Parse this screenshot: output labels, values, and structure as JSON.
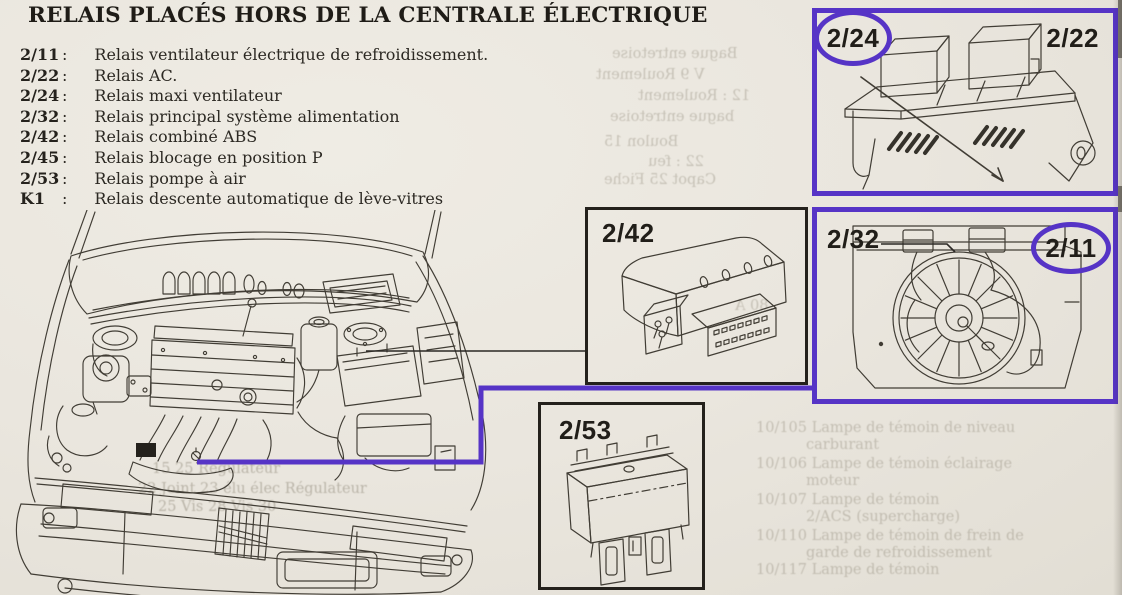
{
  "title": "RELAIS PLACÉS HORS DE LA CENTRALE ÉLECTRIQUE",
  "list": {
    "separator": ":"
  },
  "relays": [
    {
      "code": "2/11",
      "desc": "Relais ventilateur électrique de refroidissement."
    },
    {
      "code": "2/22",
      "desc": "Relais AC."
    },
    {
      "code": "2/24",
      "desc": "Relais maxi ventilateur"
    },
    {
      "code": "2/32",
      "desc": "Relais principal système alimentation"
    },
    {
      "code": "2/42",
      "desc": "Relais combiné ABS"
    },
    {
      "code": "2/45",
      "desc": "Relais blocage en position P"
    },
    {
      "code": "2/53",
      "desc": "Relais pompe à air"
    },
    {
      "code": "K1",
      "desc": "Relais descente automatique de lève-vitres"
    }
  ],
  "callouts": {
    "relay_bracket": {
      "left_label": "2/24",
      "right_label": "2/22"
    },
    "fan": {
      "left_label": "2/32",
      "right_label": "2/11"
    },
    "abs": {
      "label": "2/42"
    },
    "air_pump": {
      "label": "2/53"
    }
  },
  "colors": {
    "accent_purple": "#5634c6",
    "paper": "#eae6de",
    "ink": "#23201c",
    "line_art": "#413d35"
  },
  "bleed": {
    "mirrored": [
      "Bague entretoise",
      "V    9    Roulement",
      "12 :  Roulement",
      "bague entretoise",
      "Boulon    15",
      "22 :  feu",
      "Capot    25    Fiche",
      "80 A"
    ],
    "showthrough": [
      "10/105   Lampe de témoin de niveau",
      "carburant",
      "10/106   Lampe de témoin éclairage",
      "moteur",
      "10/107   Lampe  de  témoin",
      "2/ACS (supercharge)",
      "10/110   Lampe de témoin de frein de",
      "garde de refroidissement",
      "10/117   Lampe de témoin",
      "15      25          Régulateur",
      "22    Joint    23     élu    élec   Régulateur",
      "25    Vis    28     Vis    30"
    ]
  }
}
